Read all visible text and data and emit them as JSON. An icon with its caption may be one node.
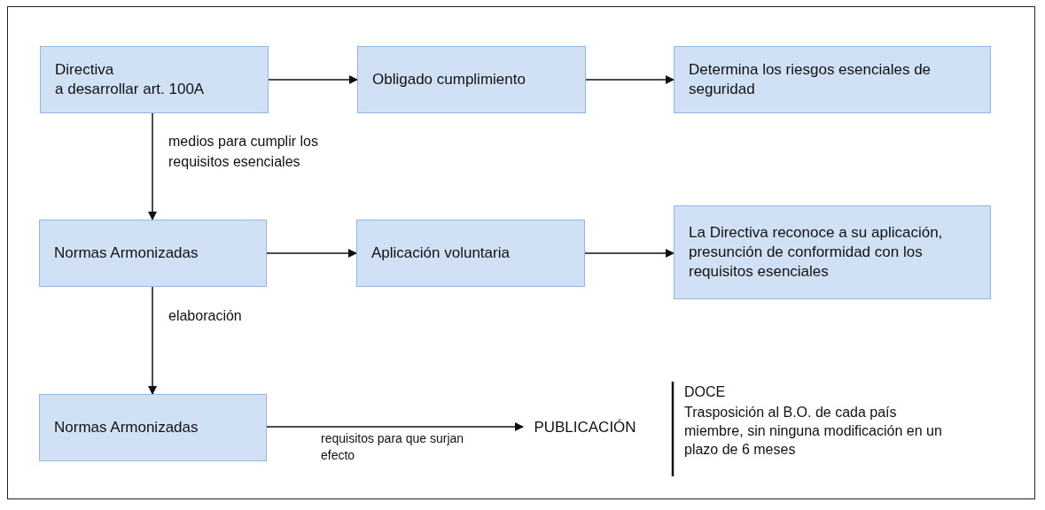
{
  "diagram": {
    "nodes": [
      {
        "text": [
          "Directiva",
          "a desarrollar art. 100A"
        ]
      },
      {
        "text": [
          "Obligado cumplimiento"
        ]
      },
      {
        "text": [
          "Determina los riesgos esenciales de seguridad"
        ]
      },
      {
        "text": [
          "Normas Armonizadas"
        ]
      },
      {
        "text": [
          "Aplicación voluntaria"
        ]
      },
      {
        "text": [
          "La Directiva reconoce a su aplicación, presunción de conformidad con los requisitos esenciales"
        ]
      },
      {
        "text": [
          "Normas Armonizadas"
        ]
      },
      {
        "text": [
          "PUBLICACIÓN"
        ]
      }
    ],
    "edges": [
      {
        "from": 0,
        "to": 1,
        "arrow": "to"
      },
      {
        "from": 1,
        "to": 2,
        "arrow": "to"
      },
      {
        "from": 0,
        "to": 3,
        "arrow": "to",
        "label": "medios para cumplir los requisitos esenciales"
      },
      {
        "from": 3,
        "to": 4,
        "arrow": "to"
      },
      {
        "from": 4,
        "to": 5,
        "arrow": "to"
      },
      {
        "from": 3,
        "to": 6,
        "arrow": "to",
        "label": "elaboración"
      },
      {
        "from": 6,
        "to": 7,
        "arrow": "to",
        "label": "requisitos para que surjan efecto"
      }
    ],
    "labels": [
      "DOCE",
      "Trasposición al B.O. de cada país miembre, sin ninguna modificación en un plazo de 6 meses"
    ]
  }
}
